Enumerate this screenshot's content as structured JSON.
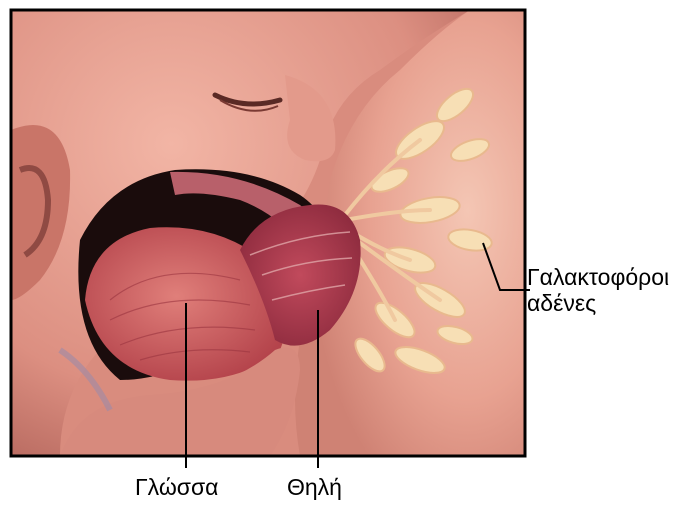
{
  "labels": {
    "glands_line1": "Γαλακτοφόροι",
    "glands_line2": "αδένες",
    "tongue": "Γλώσσα",
    "nipple": "Θηλή"
  },
  "colors": {
    "frame": "#000000",
    "skin": "#e9a89a",
    "skin_shadow": "#c9786d",
    "tongue": "#c9565a",
    "nipple": "#a8344a",
    "glands": "#f6dcb0"
  }
}
